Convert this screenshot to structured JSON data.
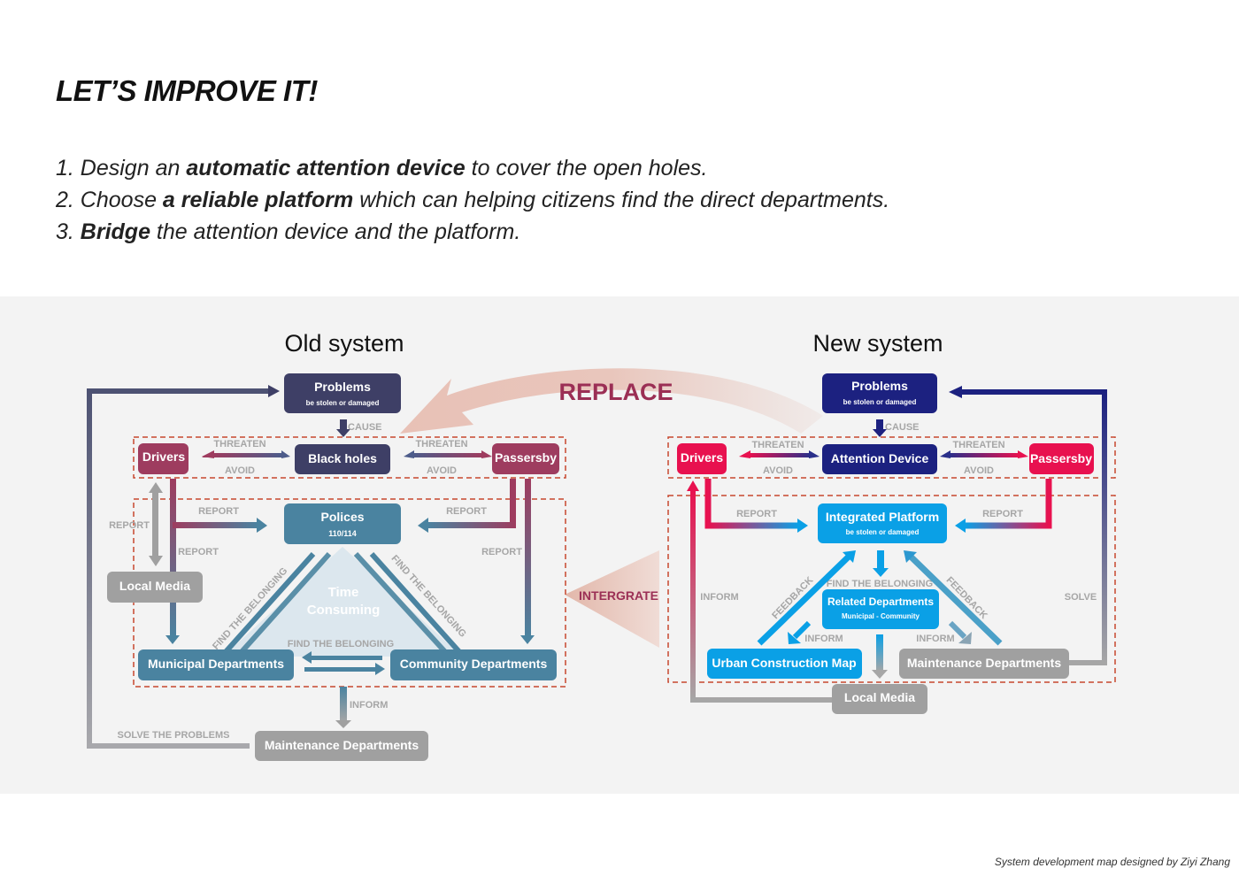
{
  "header": {
    "title": "LET’S IMPROVE IT!",
    "steps": [
      {
        "num": "1. ",
        "pre": "Design an ",
        "bold": "automatic attention device",
        "post": " to cover the open holes."
      },
      {
        "num": "2. ",
        "pre": "Choose ",
        "bold": "a reliable platform",
        "post": " which can helping citizens find the direct departments."
      },
      {
        "num": "3. ",
        "pre": "",
        "bold": "Bridge",
        "post": " the attention device and the platform."
      }
    ]
  },
  "colors": {
    "old_dark": "#3e3f66",
    "old_red": "#9e3c5f",
    "old_teal": "#4a83a0",
    "gray": "#a0a0a0",
    "new_navy": "#1c2180",
    "new_pink": "#e8114f",
    "new_blue": "#0aa0e6",
    "dash": "#c8472e",
    "transform": "#9b2f55"
  },
  "old": {
    "title": "Old system",
    "problems": {
      "title": "Problems",
      "sub": "be stolen or damaged"
    },
    "black_holes": "Black holes",
    "drivers": "Drivers",
    "passersby": "Passersby",
    "polices": {
      "title": "Polices",
      "sub": "110/114"
    },
    "local_media": "Local Media",
    "municipal": "Municipal Departments",
    "community": "Community Departments",
    "maintenance": "Maintenance Departments",
    "center_note": [
      "Time",
      "Consuming"
    ],
    "labels": {
      "cause": "CAUSE",
      "threaten": "THREATEN",
      "avoid": "AVOID",
      "report": "REPORT",
      "find": "FIND THE BELONGING",
      "inform": "INFORM",
      "solve": "SOLVE THE PROBLEMS"
    }
  },
  "transitions": {
    "replace": "REPLACE",
    "integrate": "INTERGRATE"
  },
  "new": {
    "title": "New system",
    "problems": {
      "title": "Problems",
      "sub": "be stolen or damaged"
    },
    "attention": "Attention Device",
    "drivers": "Drivers",
    "passersby": "Passersby",
    "platform": {
      "title": "Integrated Platform",
      "sub": "be stolen or damaged"
    },
    "related": {
      "title": "Related Departments",
      "sub": "Municipal - Community"
    },
    "urban_map": "Urban Construction Map",
    "maintenance": "Maintenance Departments",
    "local_media": "Local Media",
    "labels": {
      "cause": "CAUSE",
      "threaten": "THREATEN",
      "avoid": "AVOID",
      "report": "REPORT",
      "find": "FIND THE BELONGING",
      "feedback": "FEEDBACK",
      "inform": "INFORM",
      "solve": "SOLVE"
    }
  },
  "credit": "System development map designed by Ziyi Zhang"
}
